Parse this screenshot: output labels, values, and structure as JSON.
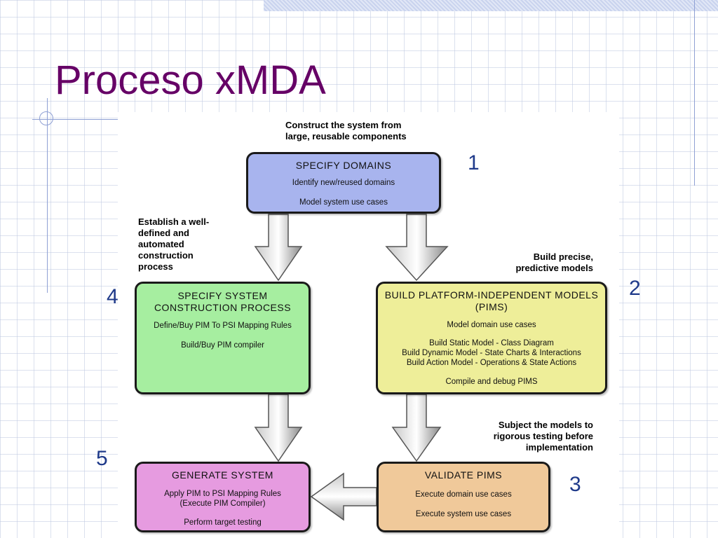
{
  "title": "Proceso xMDA",
  "notes": {
    "top": "Construct the system from\nlarge, reusable components",
    "left": "Establish a well-\ndefined and\nautomated\nconstruction\nprocess",
    "right": "Build precise,\npredictive models",
    "bottom_right": "Subject the models to\nrigorous testing before\nimplementation"
  },
  "boxes": {
    "specify_domains": {
      "heading": "SPECIFY DOMAINS",
      "lines": [
        "Identify new/reused domains",
        "Model system use cases"
      ],
      "color": "#a8b4ee",
      "number": "1"
    },
    "build_pims": {
      "heading": "BUILD PLATFORM-INDEPENDENT MODELS (PIMS)",
      "lines": [
        "Model domain use cases",
        "Build Static Model - Class Diagram",
        "Build Dynamic Model - State Charts & Interactions",
        "Build Action Model - Operations & State Actions",
        "Compile and debug PIMS"
      ],
      "color": "#eeee99",
      "number": "2"
    },
    "validate_pims": {
      "heading": "VALIDATE PIMS",
      "lines": [
        "Execute domain use cases",
        "Execute system use cases"
      ],
      "color": "#f0c99a",
      "number": "3"
    },
    "specify_process": {
      "heading_line1": "SPECIFY SYSTEM",
      "heading_line2": "CONSTRUCTION PROCESS",
      "lines": [
        "Define/Buy PIM To PSI Mapping Rules",
        "Build/Buy PIM compiler"
      ],
      "color": "#a6eea0",
      "number": "4"
    },
    "generate_system": {
      "heading": "GENERATE SYSTEM",
      "lines": [
        "Apply PIM to PSI Mapping Rules",
        "(Execute PIM Compiler)",
        "Perform target testing"
      ],
      "color": "#e69be0",
      "number": "5"
    }
  }
}
